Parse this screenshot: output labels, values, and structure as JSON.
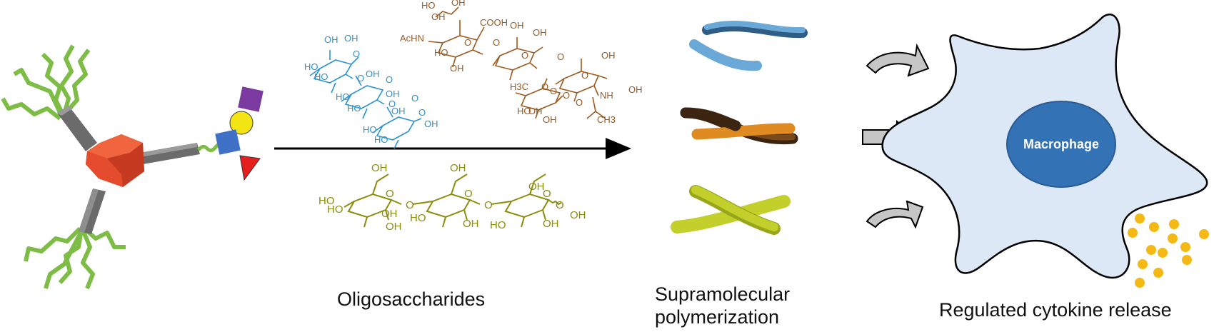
{
  "labels": {
    "oligosaccharides": "Oligosaccharides",
    "supramolecular_line1": "Supramolecular",
    "supramolecular_line2": "polymerization",
    "cytokine": "Regulated cytokine release",
    "macrophage": "Macrophage"
  },
  "molecules": {
    "blue_sugar": [
      "OH",
      "OH",
      "HO",
      "HO",
      "O",
      "O",
      "OH",
      "HO",
      "HO",
      "O",
      "O",
      "OH",
      "O",
      "O",
      "OH",
      "HO",
      "HO",
      "OH"
    ],
    "brown_sugar": [
      "HO",
      "OH",
      "OH",
      "COOH",
      "AcHN",
      "O",
      "OH",
      "HO",
      "O",
      "OH",
      "OH",
      "O",
      "O",
      "O",
      "OH",
      "O",
      "H3C",
      "O",
      "O",
      "NH",
      "OH",
      "OH",
      "OH",
      "HO",
      "O",
      "CH3"
    ],
    "olive_sugar": [
      "OH",
      "OH",
      "OH",
      "HO",
      "O",
      "O",
      "O",
      "O",
      "O",
      "OH",
      "HO",
      "HO",
      "HO",
      "OH",
      "OH",
      "OH",
      "OH",
      "O"
    ]
  },
  "colors": {
    "blue_sugar": "#2b93d1",
    "brown_sugar": "#9c5a1e",
    "olive_sugar": "#8a8d0a",
    "core": "#d9442a",
    "arm": "#6b6b6b",
    "chain": "#7dbd45",
    "fiber_blue": "#6aa8d8",
    "fiber_orange": "#e08a22",
    "fiber_lime": "#c3cf2a",
    "cell_fill": "#dce8f5",
    "nucleus": "#3372b5",
    "cytokine": "#f4b915",
    "arrow_fill": "#c6c6c6"
  },
  "glycan_icons": [
    "purple-square-icon",
    "yellow-circle-icon",
    "blue-square-icon",
    "red-triangle-icon"
  ]
}
